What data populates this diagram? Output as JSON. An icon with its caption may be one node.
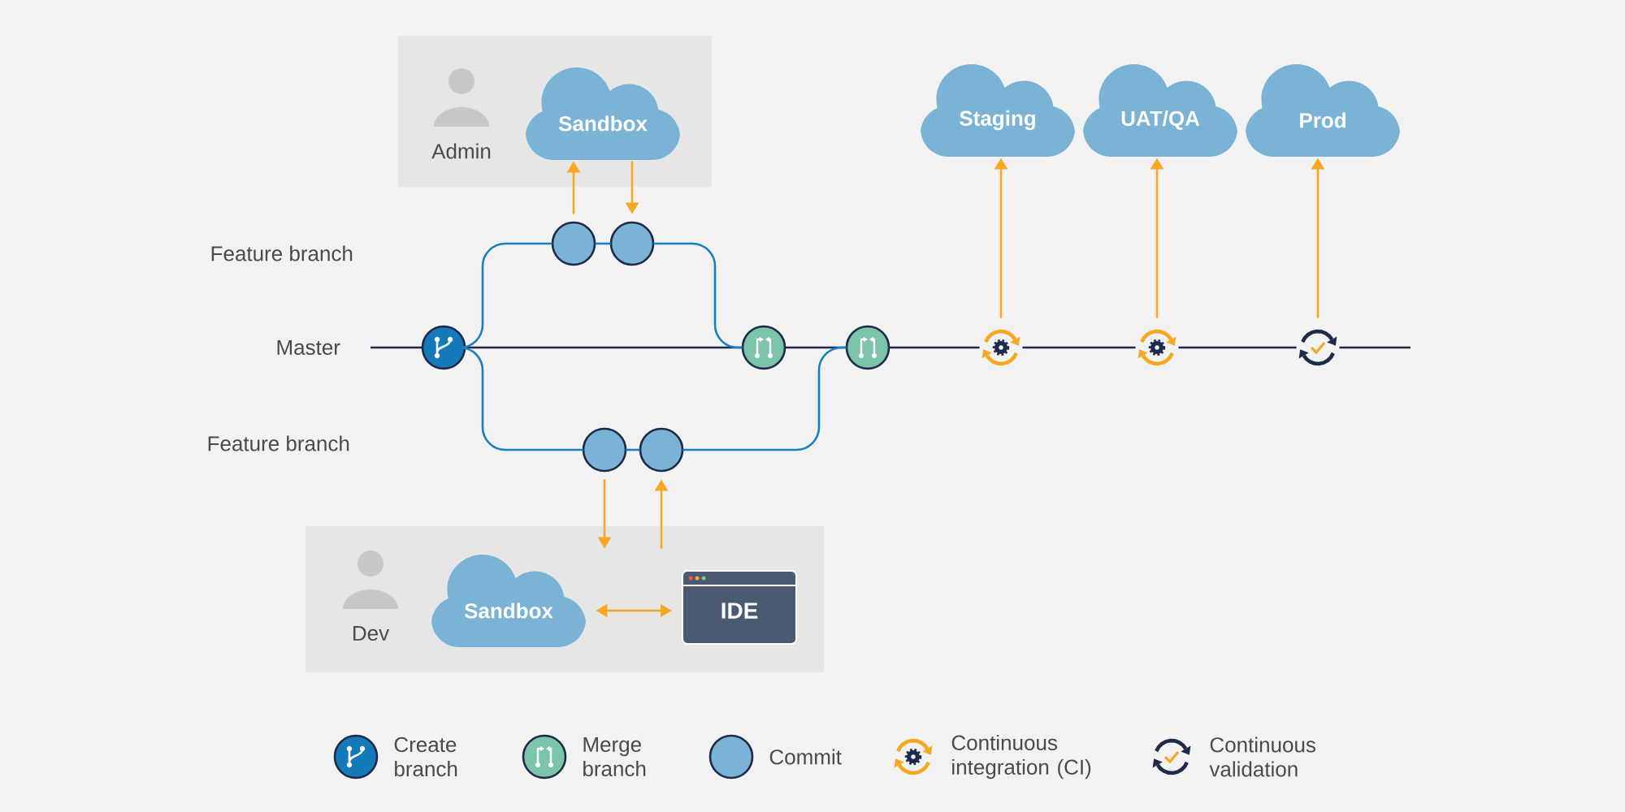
{
  "diagram": {
    "nodes": [
      {
        "text": [],
        "shape": "box"
      },
      {
        "text": [
          "Admin"
        ],
        "in": 0
      },
      {
        "text": [
          "Sandbox"
        ],
        "in": 0
      },
      {
        "text": [
          "Staging"
        ]
      },
      {
        "text": [
          "UAT/QA"
        ]
      },
      {
        "text": [
          "Prod"
        ]
      },
      {
        "text": [],
        "shape": "circle"
      },
      {
        "text": [],
        "shape": "circle"
      },
      {
        "text": [],
        "shape": "circle"
      },
      {
        "text": [],
        "shape": "circle"
      },
      {
        "text": [],
        "shape": "circle"
      },
      {
        "text": [],
        "shape": "circle"
      },
      {
        "text": [],
        "shape": "circle"
      },
      {
        "text": [],
        "shape": "circle"
      },
      {
        "text": [],
        "shape": "circle"
      },
      {
        "text": [],
        "shape": "circle"
      },
      {
        "text": [],
        "shape": "box"
      },
      {
        "text": [
          "Dev"
        ],
        "in": 16
      },
      {
        "text": [
          "Sandbox"
        ],
        "in": 16
      },
      {
        "text": [
          "IDE"
        ],
        "in": 16
      }
    ],
    "edges": [
      {
        "from": null,
        "to": 8,
        "arrow": "none",
        "color": "#1e2a4a"
      },
      {
        "from": 8,
        "to": 9,
        "arrow": "none",
        "color": "#1e2a4a"
      },
      {
        "from": 9,
        "to": 10,
        "arrow": "none",
        "color": "#1e2a4a"
      },
      {
        "from": 10,
        "to": 11,
        "arrow": "none",
        "color": "#1e2a4a"
      },
      {
        "from": 11,
        "to": 12,
        "arrow": "none",
        "color": "#1e2a4a"
      },
      {
        "from": 12,
        "to": 13,
        "arrow": "none",
        "color": "#1e2a4a"
      },
      {
        "from": 13,
        "to": null,
        "arrow": "none",
        "color": "#1e2a4a"
      },
      {
        "from": 8,
        "to": 6,
        "arrow": "none",
        "color": "#1a7fc1"
      },
      {
        "from": 6,
        "to": 7,
        "arrow": "none",
        "color": "#1a7fc1"
      },
      {
        "from": 7,
        "to": 9,
        "arrow": "none",
        "color": "#1a7fc1"
      },
      {
        "from": 8,
        "to": 14,
        "arrow": "none",
        "color": "#1a7fc1"
      },
      {
        "from": 14,
        "to": 15,
        "arrow": "none",
        "color": "#1a7fc1"
      },
      {
        "from": 15,
        "to": 10,
        "arrow": "none",
        "color": "#1a7fc1"
      },
      {
        "from": 6,
        "to": 2,
        "arrow": "to"
      },
      {
        "from": 2,
        "to": 7,
        "arrow": "to"
      },
      {
        "from": 14,
        "to": 16,
        "arrow": "to"
      },
      {
        "from": 16,
        "to": 15,
        "arrow": "to"
      },
      {
        "from": 18,
        "to": 19,
        "arrow": "both"
      },
      {
        "from": 11,
        "to": 3,
        "arrow": "to"
      },
      {
        "from": 12,
        "to": 4,
        "arrow": "to"
      },
      {
        "from": 13,
        "to": 5,
        "arrow": "to"
      }
    ],
    "labels": [
      "Feature branch",
      "Master",
      "Feature branch"
    ],
    "legend": [
      {
        "text": "Create branch"
      },
      {
        "text": "Merge branch"
      },
      {
        "text": "Commit"
      },
      {
        "text": "Continuous integration (CI)"
      },
      {
        "text": "Continuous validation"
      }
    ]
  }
}
